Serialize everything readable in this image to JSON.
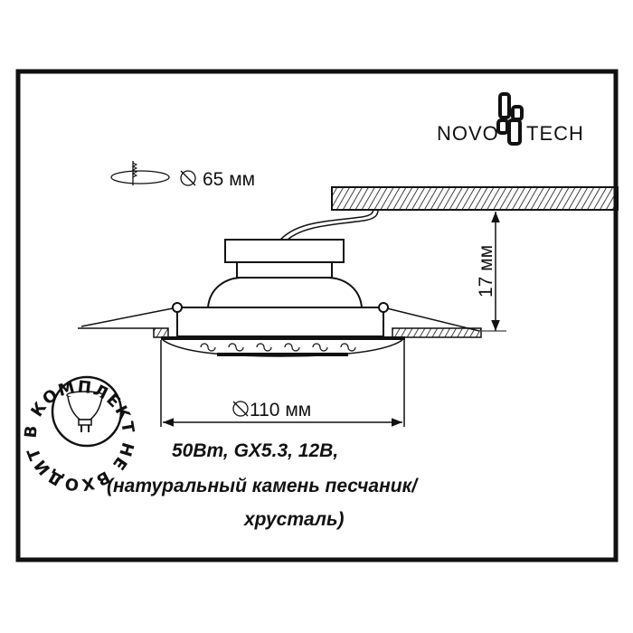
{
  "logo": {
    "brand": "NOVOTECH",
    "left": "NOVO",
    "right": "TECH"
  },
  "cutout": {
    "label": "65 мм",
    "icon": "drill-hole-icon"
  },
  "dimensions": {
    "height_label": "17 мм",
    "diameter_label": "110 мм"
  },
  "badge": {
    "text": "НЕ ВХОДИТ В КОМПЛЕКТ",
    "icon": "mr16-bulb-icon"
  },
  "specs": {
    "line1": "50Вт, GX5.3, 12В,",
    "line2": "(натуральный камень песчаник/",
    "line3": "хрусталь)"
  },
  "colors": {
    "ink": "#111111",
    "background": "#ffffff"
  }
}
